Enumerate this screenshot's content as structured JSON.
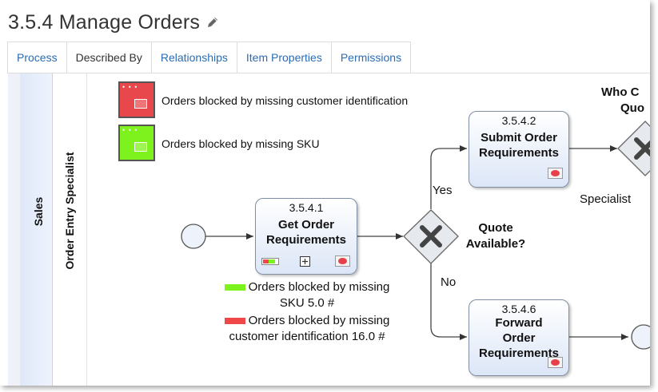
{
  "page": {
    "title": "3.5.4 Manage Orders"
  },
  "tabs": [
    {
      "label": "Process",
      "active": false
    },
    {
      "label": "Described By",
      "active": true
    },
    {
      "label": "Relationships",
      "active": false
    },
    {
      "label": "Item Properties",
      "active": false
    },
    {
      "label": "Permissions",
      "active": false
    }
  ],
  "diagram": {
    "pool": {
      "label": "Sales"
    },
    "lane": {
      "label": "Order Entry Specialist"
    },
    "legend": [
      {
        "label": "Orders blocked by missing customer identification",
        "color": "#e8484c"
      },
      {
        "label": "Orders blocked by missing SKU",
        "color": "#7ef21c"
      }
    ],
    "tasks": {
      "get": {
        "number": "3.5.4.1",
        "name_line1": "Get Order",
        "name_line2": "Requirements"
      },
      "submit": {
        "number": "3.5.4.2",
        "name_line1": "Submit Order",
        "name_line2": "Requirements"
      },
      "forward": {
        "number": "3.5.4.6",
        "name_line1": "Forward",
        "name_line2": "Order",
        "name_line3": "Requirements"
      }
    },
    "gateway": {
      "label_line1": "Quote",
      "label_line2": "Available?"
    },
    "flow_labels": {
      "yes": "Yes",
      "no": "No"
    },
    "partial": {
      "gateway2_line1": "Who C",
      "gateway2_line2": "Quo",
      "specialist": "Specialist"
    },
    "status": {
      "sku_line1": "Orders blocked by missing",
      "sku_line2": "SKU 5.0 #",
      "cust_line1": "Orders blocked by missing",
      "cust_line2": "customer identification 16.0 #",
      "sku_color": "#7ef21c",
      "cust_color": "#f04848"
    }
  },
  "icons": [
    "pencil-icon",
    "expand-plus-icon",
    "kpi-indicator-icon",
    "gateway-x-icon"
  ]
}
